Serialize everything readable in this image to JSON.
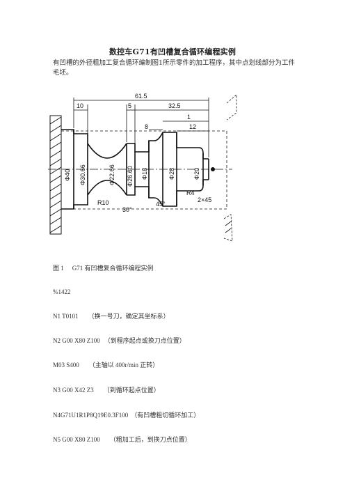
{
  "doc": {
    "title": "数控车G71有凹槽复合循环编程实例",
    "intro": "有凹槽的外径粗加工复合循环编制图1所示零件的加工程序，其中点划线部分为工件毛坯。"
  },
  "figure": {
    "dims": {
      "total": "61.5",
      "left": "10",
      "mid": "5",
      "right": "32.5",
      "one": "1",
      "eight": "8",
      "twelve": "12",
      "d40": "Φ40",
      "d30": "Φ30.66",
      "d22": "Φ22.66",
      "d26": "Φ26.60",
      "d18": "Φ18",
      "d28": "Φ28",
      "d20": "Φ20",
      "r10": "R10",
      "r4": "R4",
      "a30": "30°",
      "a45": "45°",
      "chamfer": "2×45"
    }
  },
  "caption": {
    "label": "图 1",
    "text": "G71 有凹槽复合循环编程实例"
  },
  "program": {
    "number": "%1422",
    "lines": [
      {
        "code": "N1 T0101",
        "comment": "（换一号刀，确定其坐标系）"
      },
      {
        "code": "N2 G00 X80 Z100",
        "comment": "（到程序起点或换刀点位置）"
      },
      {
        "code": "M03 S400",
        "comment": "（主轴以 400r/min 正转）"
      },
      {
        "code": "N3 G00 X42 Z3",
        "comment": "（到循环起点位置）"
      },
      {
        "code": "N4G71U1R1P8Q19E0.3F100",
        "comment": "（有凹槽粗切循环加工）"
      },
      {
        "code": "N5 G00 X80 Z100",
        "comment": "（粗加工后，到换刀点位置）"
      }
    ]
  }
}
